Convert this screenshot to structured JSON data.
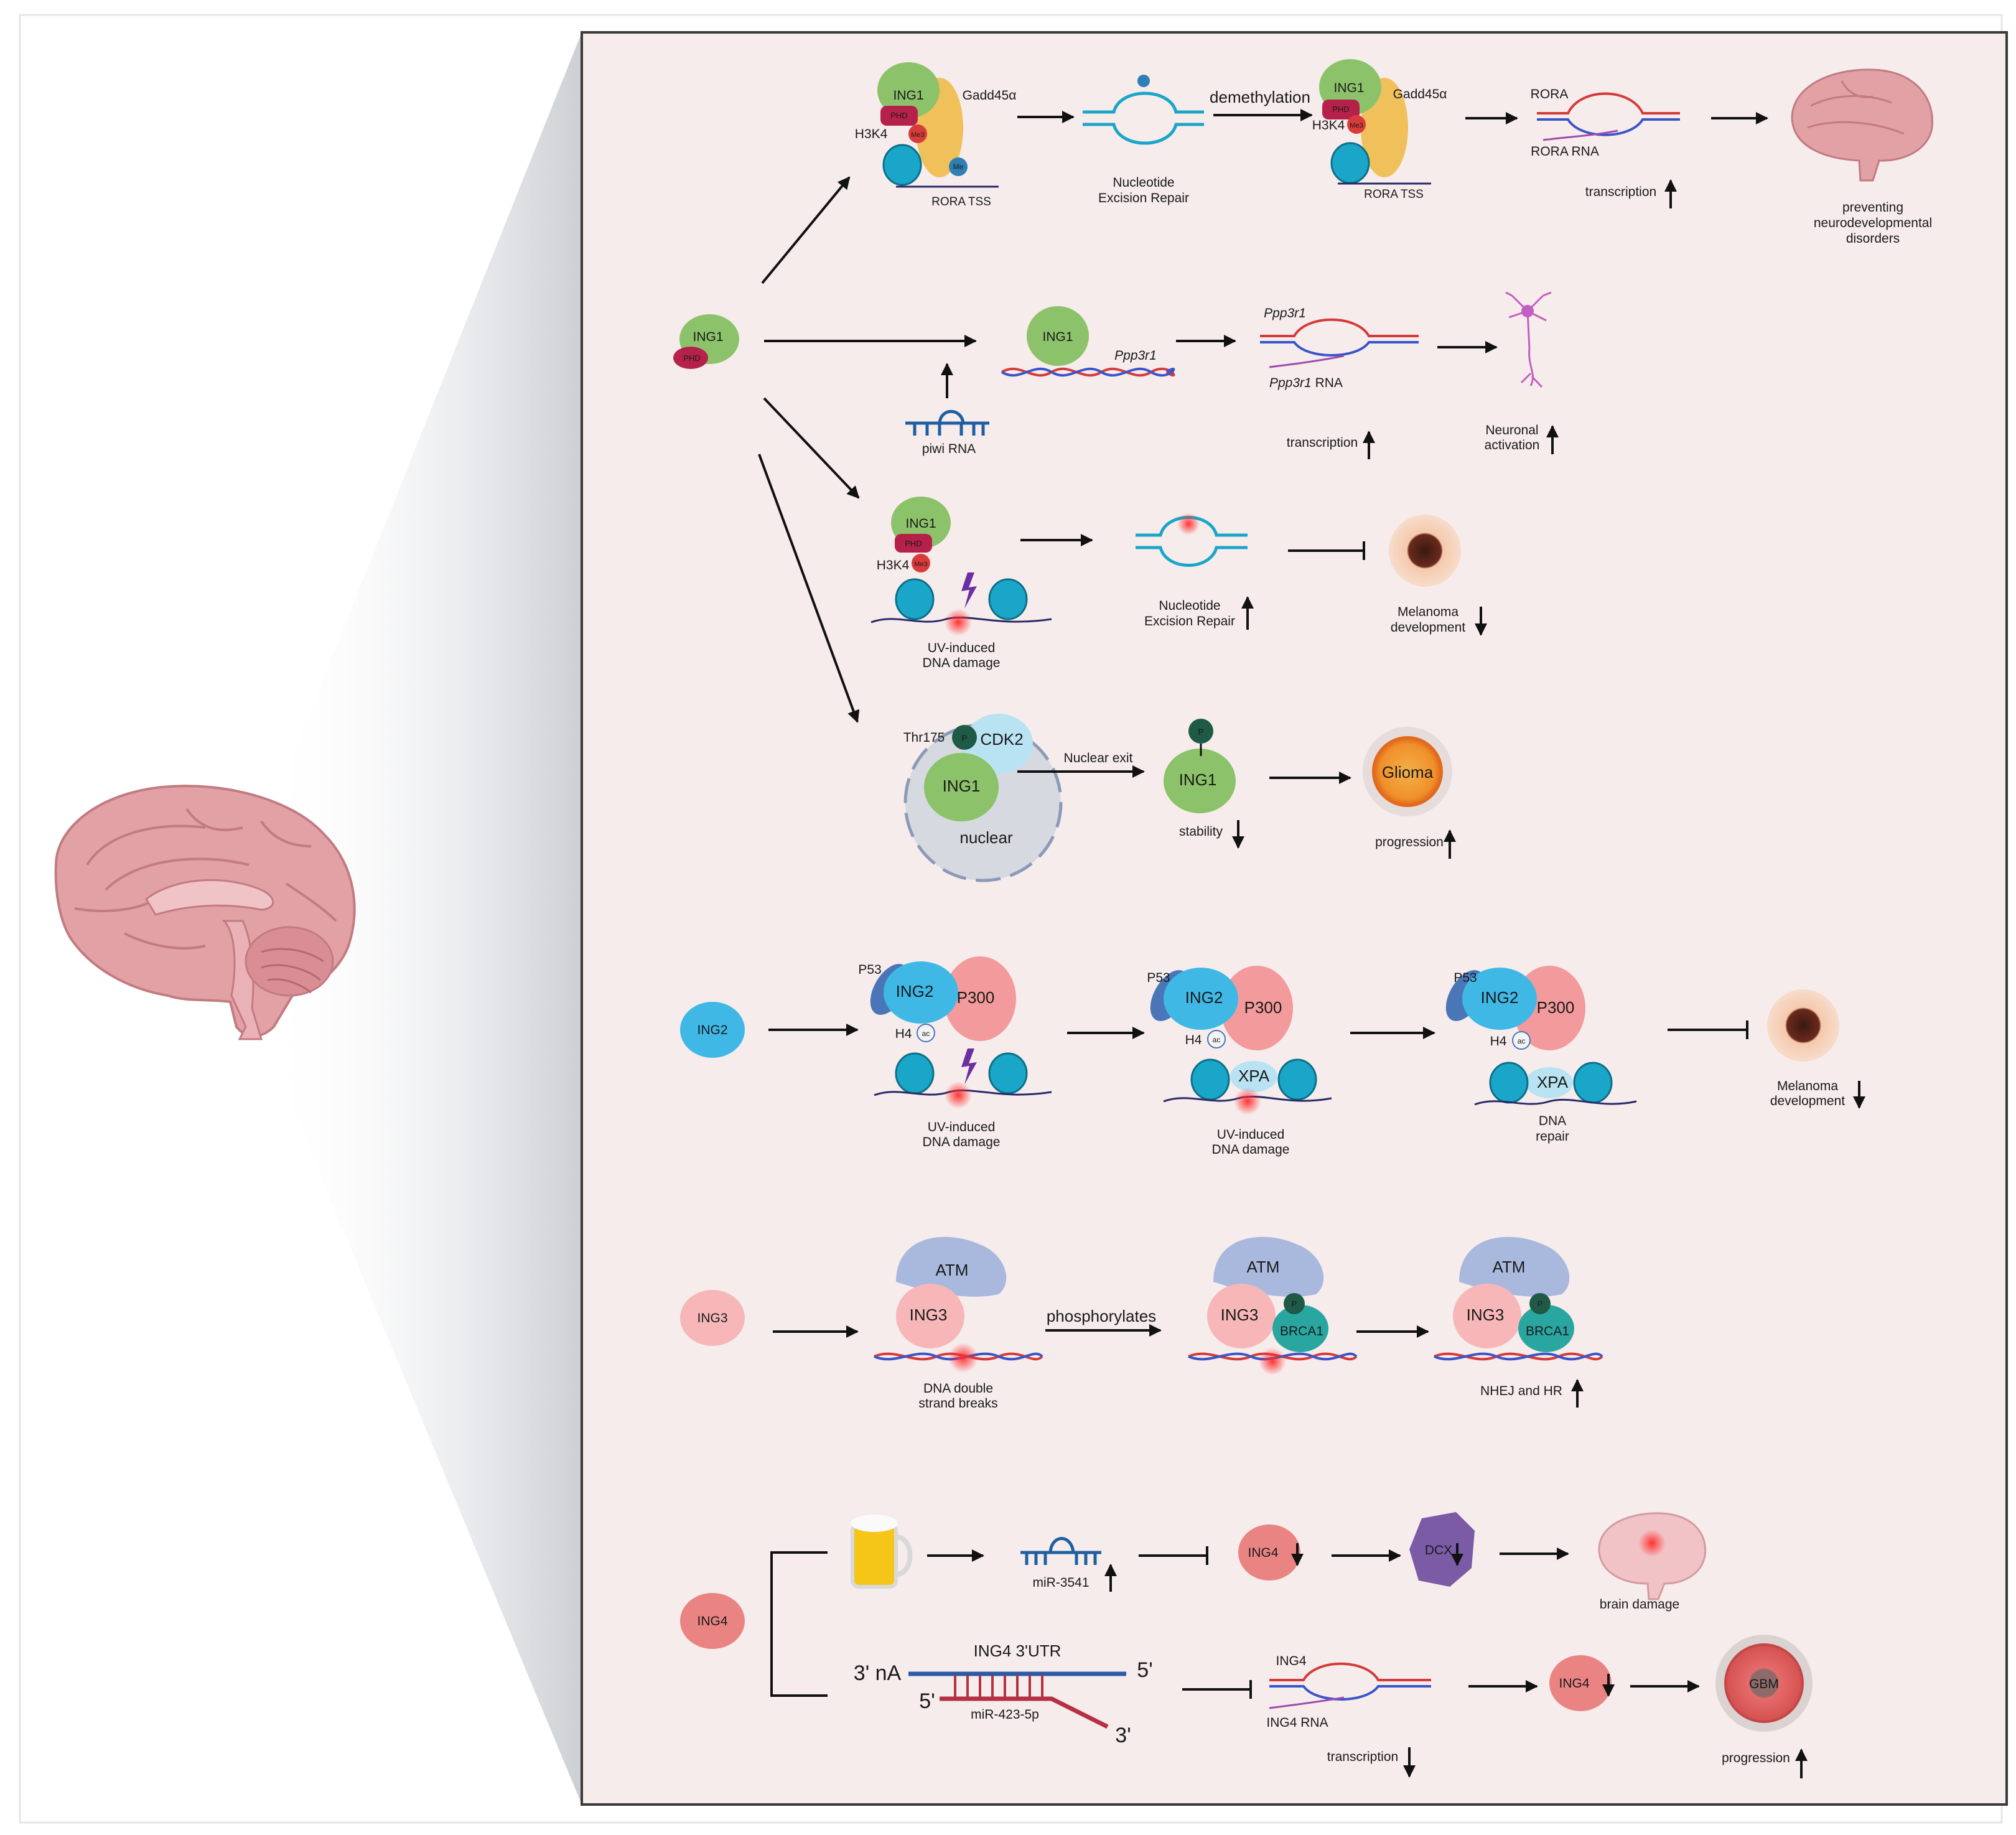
{
  "colors": {
    "panel_bg": "#f6eceb",
    "panel_border": "#3a3a3a",
    "ing1": "#8cc26a",
    "phd": "#b5214a",
    "gadd45": "#f0c15a",
    "nucleosome": "#1aa6c8",
    "ing2": "#3fb8e6",
    "p300": "#f39a9c",
    "p53": "#4a76b8",
    "ing3": "#f7b7b9",
    "atm": "#a9b9dd",
    "brca1": "#2aa6a0",
    "ing4": "#ea8483",
    "dcx": "#7b5aa6",
    "brain": "#e2a1a5",
    "dna_red": "#d63a3a",
    "dna_blue": "#3a55c8",
    "rna": "#a04ab0"
  },
  "icons": [
    "brain-icon",
    "neuron-icon",
    "beer-icon",
    "lightning-icon",
    "phospho-icon"
  ],
  "ing1": {
    "source_label": "ING1",
    "source_phd": "PHD",
    "row1": {
      "ing1": "ING1",
      "phd": "PHD",
      "h3k4": "H3K4",
      "me3": "Me3",
      "me": "Me",
      "gadd45": "Gadd45α",
      "tss": "RORA TSS",
      "ner": "Nucleotide\nExcision Repair",
      "ner_l1": "Nucleotide",
      "ner_l2": "Excision Repair",
      "demethylation": "demethylation",
      "ing1_b": "ING1",
      "phd_b": "PHD",
      "h3k4_b": "H3K4",
      "me3_b": "Me3",
      "gadd45_b": "Gadd45α",
      "tss_b": "RORA TSS",
      "rora": "RORA",
      "rora_rna": "RORA RNA",
      "transcription": "transcription",
      "outcome_l1": "preventing",
      "outcome_l2": "neurodevelopmental",
      "outcome_l3": "disorders"
    },
    "row2": {
      "ing1": "ING1",
      "ppp3r1": "Ppp3r1",
      "piwi": "piwi RNA",
      "ppp3r1_top": "Ppp3r1",
      "ppp3r1_rna": "Ppp3r1",
      "rna_suffix": "RNA",
      "transcription": "transcription",
      "neuronal_l1": "Neuronal",
      "neuronal_l2": "activation"
    },
    "row3": {
      "ing1": "ING1",
      "phd": "PHD",
      "h3k4": "H3K4",
      "me3": "Me3",
      "uv_l1": "UV-induced",
      "uv_l2": "DNA damage",
      "ner_l1": "Nucleotide",
      "ner_l2": "Excision Repair",
      "mel_l1": "Melanoma",
      "mel_l2": "development"
    },
    "row4": {
      "thr175": "Thr175",
      "p": "P",
      "cdk2": "CDK2",
      "ing1": "ING1",
      "nuclear": "nuclear",
      "nuclear_exit": "Nuclear exit",
      "ing1_b": "ING1",
      "p_b": "P",
      "stability": "stability",
      "glioma": "Glioma",
      "progression": "progression"
    }
  },
  "ing2": {
    "source_label": "ING2",
    "p53": "P53",
    "ing2": "ING2",
    "p300": "P300",
    "h4": "H4",
    "ac": "ac",
    "xpa": "XPA",
    "uv_l1": "UV-induced",
    "uv_l2": "DNA damage",
    "repair_l1": "DNA",
    "repair_l2": "repair",
    "mel_l1": "Melanoma",
    "mel_l2": "development"
  },
  "ing3": {
    "source_label": "ING3",
    "atm": "ATM",
    "ing3": "ING3",
    "phosphorylates": "phosphorylates",
    "brca1": "BRCA1",
    "p": "P",
    "dsb_l1": "DNA double",
    "dsb_l2": "strand breaks",
    "nhej": "NHEJ and HR"
  },
  "ing4": {
    "source_label": "ING4",
    "mir3541": "miR-3541",
    "ing4": "ING4",
    "dcx": "DCX",
    "brain_damage": "brain damage",
    "utr": "ING4  3'UTR",
    "three_prime_na": "3' nA",
    "five_prime_top": "5'",
    "five_prime_bottom": "5'",
    "three_prime_bottom": "3'",
    "mir423": "miR-423-5p",
    "ing4_gene": "ING4",
    "ing4_rna": "ING4 RNA",
    "transcription": "transcription",
    "ing4_b": "ING4",
    "gbm": "GBM",
    "progression": "progression"
  }
}
